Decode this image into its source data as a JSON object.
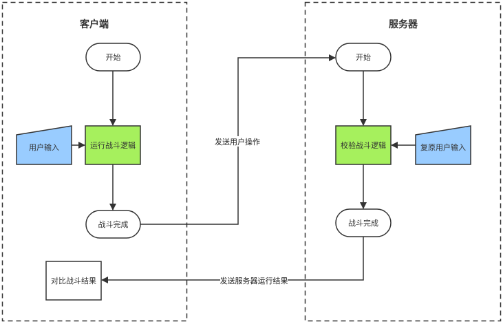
{
  "diagram": {
    "colors": {
      "process_fill": "#a6f05d",
      "input_fill": "#99ccff",
      "terminal_fill": "#ffffff",
      "stroke": "#333333"
    },
    "lanes": {
      "client": {
        "title": "客户端",
        "nodes": {
          "start": "开始",
          "run_logic": "运行战斗逻辑",
          "user_input": "用户输入",
          "battle_done": "战斗完成",
          "compare_result": "对比战斗结果"
        }
      },
      "server": {
        "title": "服务器",
        "nodes": {
          "start": "开始",
          "verify_logic": "校验战斗逻辑",
          "restore_input": "复原用户输入",
          "battle_done": "战斗完成"
        }
      }
    },
    "edges": {
      "send_user_ops": "发送用户操作",
      "send_server_result": "发送服务器运行结果"
    }
  }
}
